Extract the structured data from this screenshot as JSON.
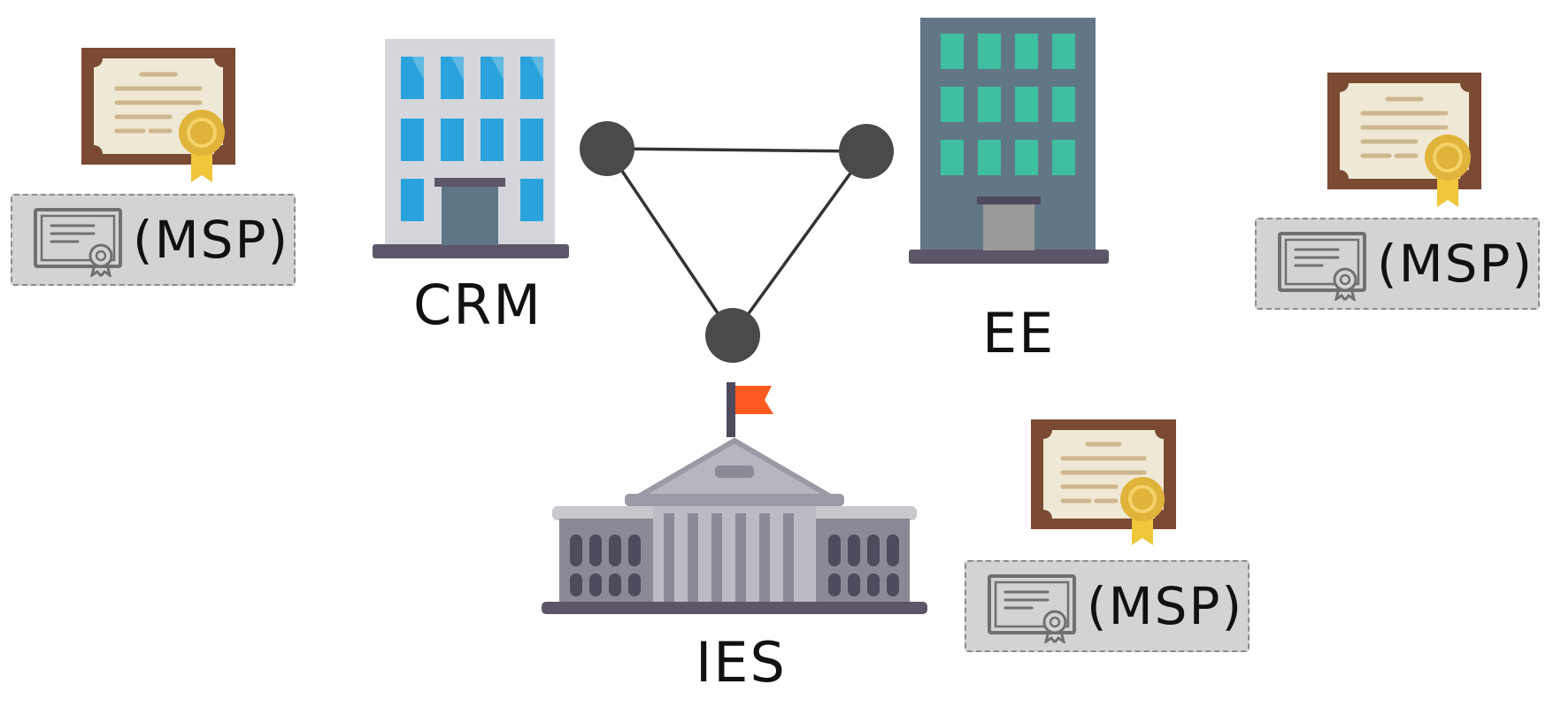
{
  "labels": {
    "crm": "CRM",
    "ee": "EE",
    "ies": "IES"
  },
  "msp_badges": [
    {
      "text": "(MSP)"
    },
    {
      "text": "(MSP)"
    },
    {
      "text": "(MSP)"
    }
  ],
  "colors": {
    "node": "#4a4a4a",
    "edge": "#333333",
    "crm_building": "#d4d6dc",
    "crm_window": "#2aa3dc",
    "ee_building": "#627786",
    "ee_window": "#3fbf9f",
    "ies_building": "#8a8996",
    "flag": "#ff5a1f",
    "certificate_frame": "#7a4a33",
    "certificate_paper": "#efe8d4",
    "seal": "#e0b33a",
    "badge_bg": "#d3d3d3"
  },
  "icons": [
    "certificate-icon",
    "crm-building-icon",
    "ee-building-icon",
    "ies-government-building-icon",
    "network-triangle-icon",
    "certificate-outline-icon"
  ]
}
